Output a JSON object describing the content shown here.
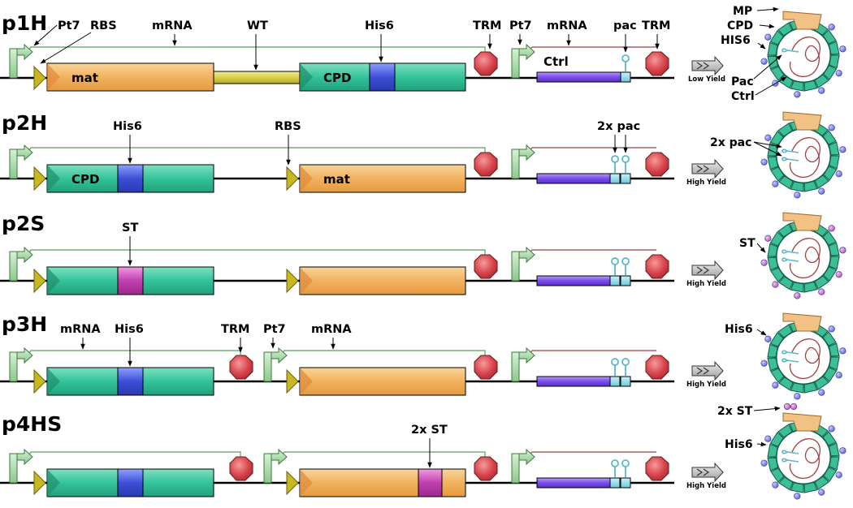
{
  "colors": {
    "mat": "#f2b25e",
    "cpd": "#34c39a",
    "his6": "#4a58d8",
    "st": "#c040b0",
    "wt": "#d8cf4a",
    "trm": "#d9464e",
    "rbs": "#c7b81e",
    "promoter": "#a8d8a8",
    "ctrl": "#7a4ee8",
    "pac": "#7fd3e0",
    "mrna_green": "#5b9c5b",
    "mrna_red": "#9a4040"
  },
  "rows": [
    {
      "id": "p1H",
      "label": "p1H",
      "yield": "Low Yield",
      "annotations": [
        "Pt7",
        "RBS",
        "mRNA",
        "WT",
        "His6",
        "TRM",
        "Pt7",
        "mRNA",
        "pac",
        "TRM"
      ],
      "box_labels": [
        "mat",
        "CPD",
        "Ctrl"
      ],
      "capsid_labels": [
        "MP",
        "CPD",
        "HIS6",
        "Pac",
        "Ctrl"
      ]
    },
    {
      "id": "p2H",
      "label": "p2H",
      "yield": "High Yield",
      "annotations": [
        "His6",
        "RBS",
        "2x pac"
      ],
      "box_labels": [
        "CPD",
        "mat"
      ],
      "capsid_labels": [
        "2x pac"
      ]
    },
    {
      "id": "p2S",
      "label": "p2S",
      "yield": "High Yield",
      "annotations": [
        "ST"
      ],
      "box_labels": [],
      "capsid_labels": [
        "ST"
      ]
    },
    {
      "id": "p3H",
      "label": "p3H",
      "yield": "High Yield",
      "annotations": [
        "mRNA",
        "His6",
        "TRM",
        "Pt7",
        "mRNA"
      ],
      "box_labels": [],
      "capsid_labels": [
        "His6"
      ]
    },
    {
      "id": "p4HS",
      "label": "p4HS",
      "yield": "High Yield",
      "annotations": [
        "2x ST"
      ],
      "box_labels": [],
      "capsid_labels": [
        "2x ST",
        "His6"
      ]
    }
  ]
}
